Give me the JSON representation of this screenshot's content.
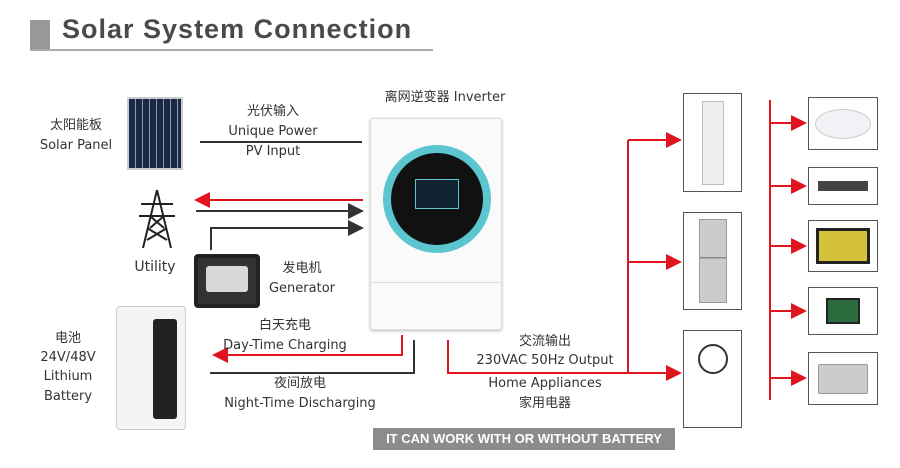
{
  "title": "Solar System Connection",
  "solar_panel": {
    "cn": "太阳能板",
    "en": "Solar Panel"
  },
  "pv_input": {
    "cn": "光伏输入",
    "line2": "Unique Power",
    "line3": "PV Input"
  },
  "inverter": {
    "label": "离网逆变器 Inverter"
  },
  "utility": {
    "label": "Utility"
  },
  "generator": {
    "cn": "发电机",
    "en": "Generator"
  },
  "battery": {
    "cn": "电池",
    "voltage": "24V/48V",
    "line3": "Lithium",
    "line4": "Battery"
  },
  "day_charging": {
    "cn": "白天充电",
    "en": "Day-Time Charging"
  },
  "night_discharging": {
    "cn": "夜间放电",
    "en": "Night-Time Discharging"
  },
  "output": {
    "cn": "交流输出",
    "en": "230VAC 50Hz Output",
    "appliances_en": "Home Appliances",
    "appliances_cn": "家用电器"
  },
  "banner": "IT CAN WORK WITH OR WITHOUT BATTERY",
  "colors": {
    "red": "#e0141e",
    "line": "#333333",
    "cyan": "#5cc6d0"
  }
}
